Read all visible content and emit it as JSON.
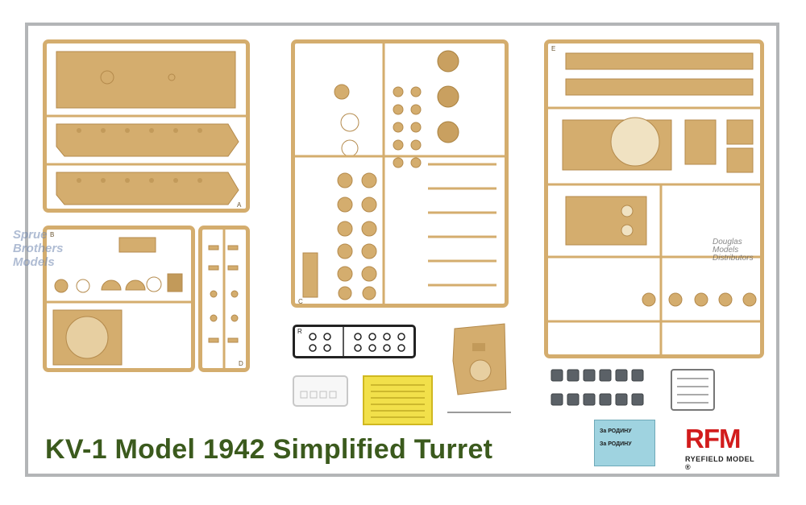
{
  "title": "KV-1 Model 1942 Simplified Turret",
  "brand": {
    "logo_mark": "RFM",
    "logo_text": "RYEFIELD MODEL",
    "registered": "®",
    "accent_color": "#d21c1c"
  },
  "watermarks": {
    "left": [
      "Sprue",
      "Brothers",
      "Models"
    ],
    "right": [
      "Douglas",
      "Models",
      "Distributors"
    ]
  },
  "sprues": {
    "A": "A",
    "B": "B",
    "C": "C",
    "D": "D",
    "E": "E",
    "R": "R"
  },
  "decals": {
    "line1": "За РОДИНУ",
    "line2": "За РОДИНУ"
  },
  "colors": {
    "plastic": "#d4ad6e",
    "plastic_dark": "#b48a4c",
    "title": "#3b5a1d",
    "frame": "#b3b5b7"
  }
}
